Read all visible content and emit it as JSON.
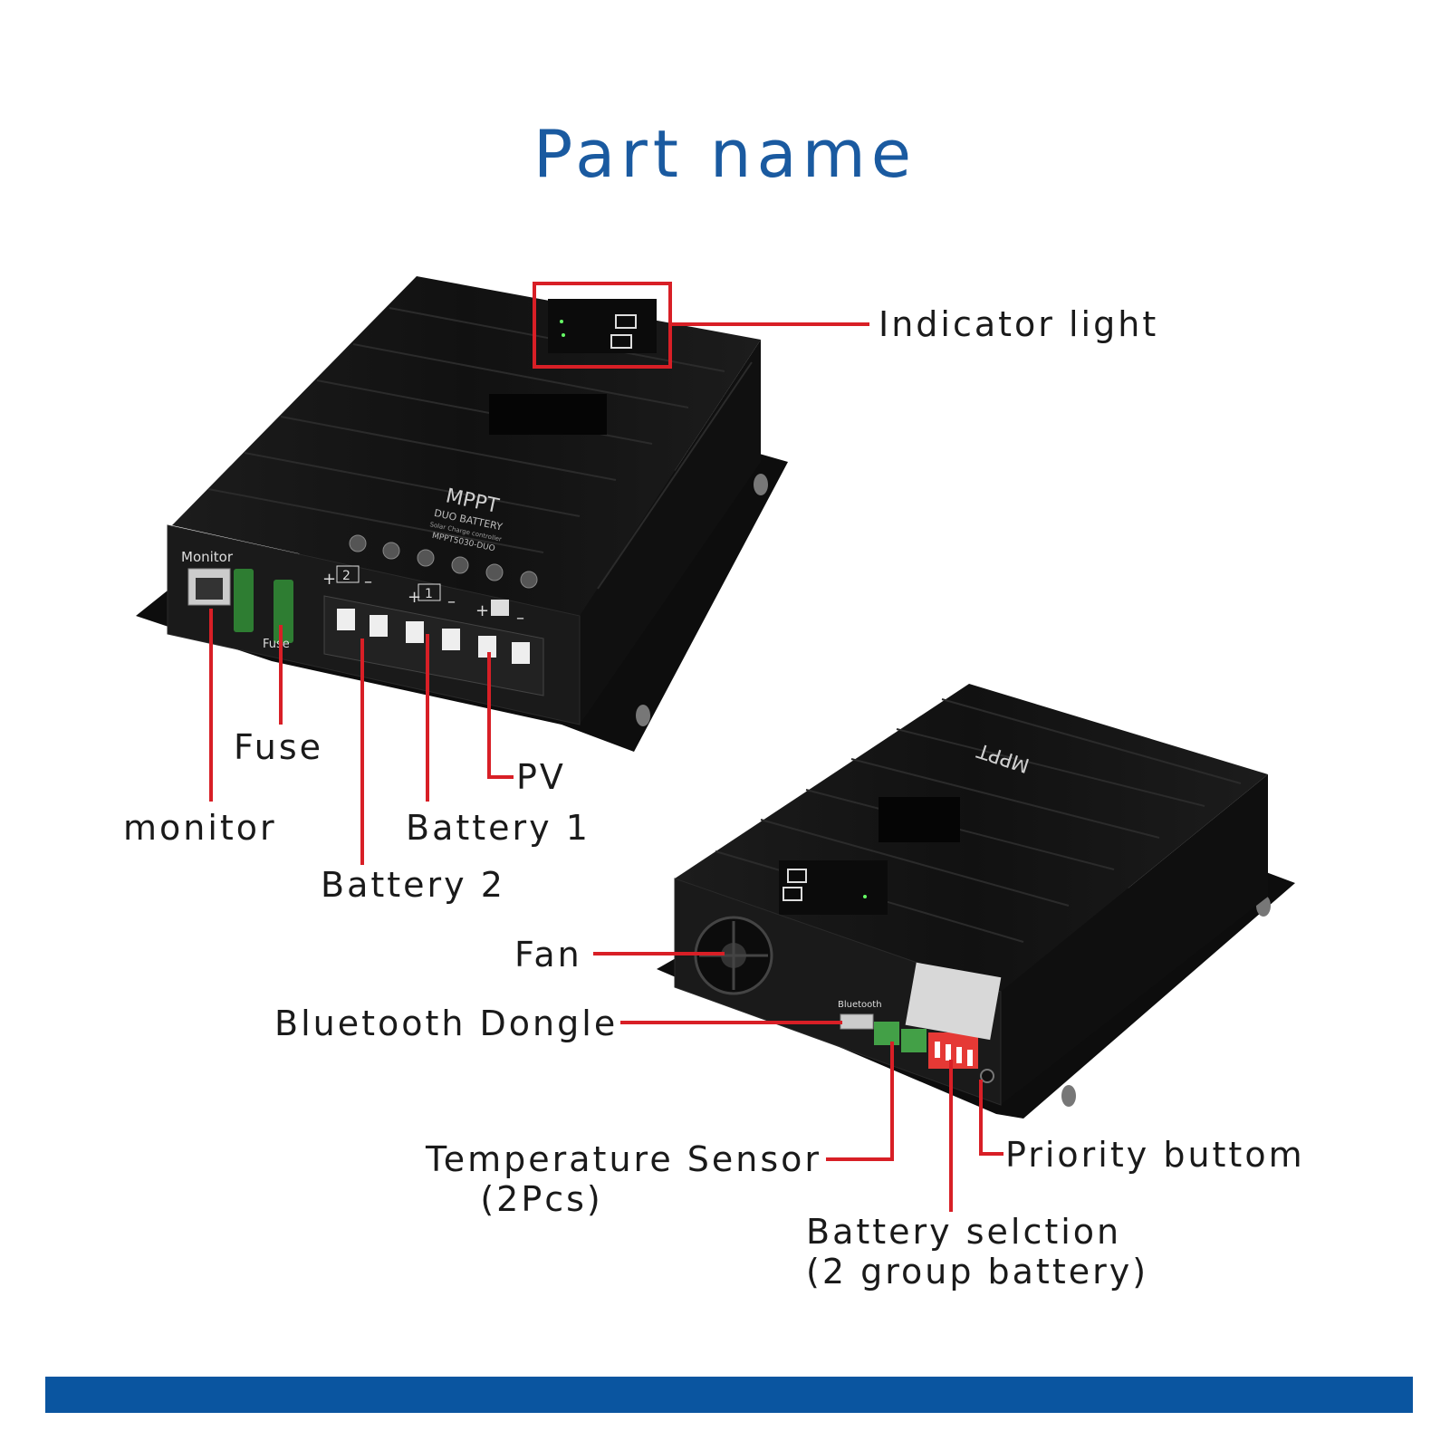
{
  "title": "Part name",
  "colors": {
    "title": "#1a5aa0",
    "leader": "#d81f26",
    "footer_bar": "#0a55a0",
    "device_body": "#161616"
  },
  "device_top_label": {
    "line1": "MPPT",
    "line2": "DUO BATTERY",
    "line3": "Solar Charge controller",
    "line4": "MPPT5030-DUO"
  },
  "device_panel_labels": {
    "monitor": "Monitor",
    "fuse": "Fuse",
    "bluetooth": "Bluetooth"
  },
  "labels": {
    "indicator_light": "Indicator light",
    "fuse": "Fuse",
    "pv": "PV",
    "monitor": "monitor",
    "battery1": "Battery 1",
    "battery2": "Battery 2",
    "fan": "Fan",
    "bluetooth_dongle": "Bluetooth Dongle",
    "temperature_sensor": "Temperature Sensor\n    (2Pcs)",
    "priority_button": "Priority buttom",
    "battery_selection": "Battery selction\n(2 group battery)"
  }
}
